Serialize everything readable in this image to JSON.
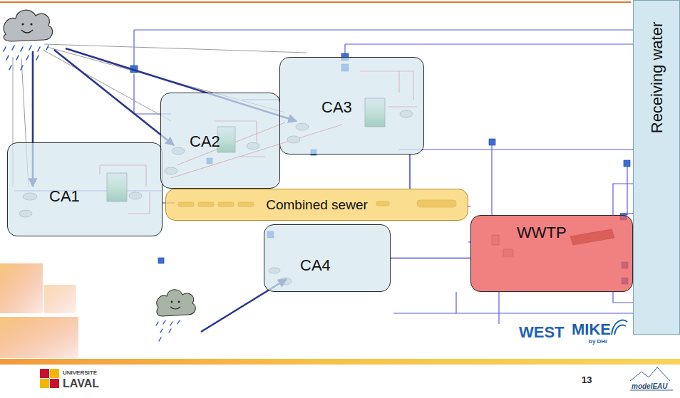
{
  "diagram": {
    "nodes": [
      {
        "text": [
          "CA1"
        ]
      },
      {
        "text": [
          "CA2"
        ]
      },
      {
        "text": [
          "CA3"
        ]
      },
      {
        "text": [
          "Combined sewer"
        ]
      },
      {
        "text": [
          "WWTP"
        ]
      },
      {
        "text": [
          "Receiving water"
        ]
      },
      {
        "text": [
          "CA4"
        ]
      }
    ],
    "edges": [
      {
        "from": 2,
        "to": 3,
        "arrow": "none"
      },
      {
        "from": 6,
        "to": 4,
        "arrow": "none"
      }
    ],
    "labels": [
      "WEST",
      "MIKE",
      "by DHI",
      "UNIVERSITÉ",
      "LAVAL",
      "13",
      "modelEAU"
    ]
  }
}
